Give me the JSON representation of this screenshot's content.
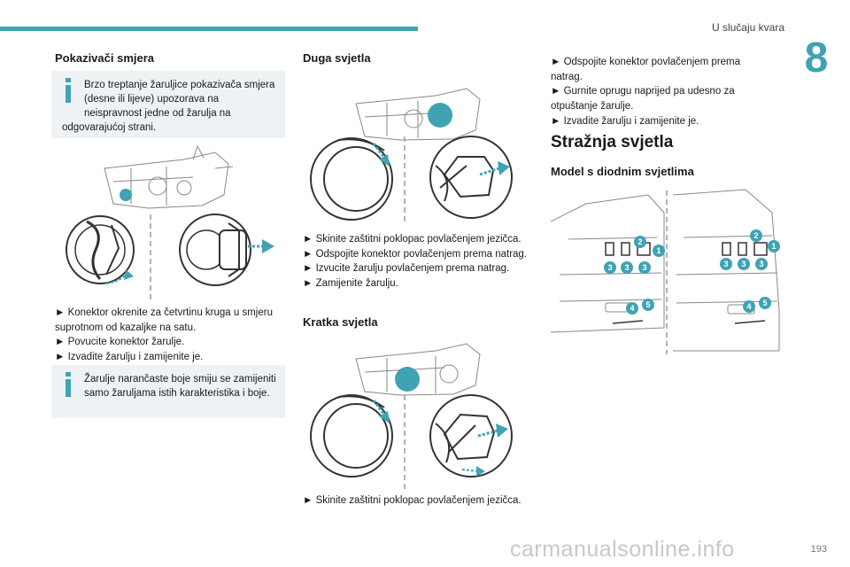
{
  "header": {
    "section_title": "U slučaju kvara",
    "chapter": "8",
    "accent": "#3fa3b3"
  },
  "col1": {
    "title": "Pokazivači smjera",
    "note1": "Brzo treptanje žaruljice pokazivača smjera (desne ili lijeve) upozorava na neispravnost jedne od žarulja na odgovarajućoj strani.",
    "steps": [
      "► Konektor okrenite za četvrtinu kruga u smjeru suprotnom od kazaljke na satu.",
      "► Povucite konektor žarulje.",
      "► Izvadite žarulju i zamijenite je."
    ],
    "note2": "Žarulje narančaste boje smiju se zamijeniti samo žaruljama istih karakteristika i boje."
  },
  "col2": {
    "title1": "Duga svjetla",
    "steps1": [
      "► Skinite zaštitni poklopac povlačenjem jezičca.",
      "► Odspojite konektor povlačenjem prema natrag.",
      "► Izvucite žarulju povlačenjem prema natrag.",
      "► Zamijenite žarulju."
    ],
    "title2": "Kratka svjetla",
    "steps2": [
      "► Skinite zaštitni poklopac povlačenjem jezičca."
    ]
  },
  "col3": {
    "steps": [
      "► Odspojite konektor povlačenjem prema natrag.",
      "► Gurnite oprugu naprijed pa udesno za otpuštanje žarulje.",
      "► Izvadite žarulju i zamijenite je."
    ],
    "title": "Stražnja svjetla",
    "subtitle": "Model s diodnim svjetlima",
    "labels_left": [
      "2",
      "1",
      "3",
      "3",
      "3",
      "4",
      "5"
    ],
    "labels_right": [
      "2",
      "1",
      "3",
      "3",
      "3",
      "4",
      "5"
    ]
  },
  "footer": {
    "page": "193",
    "watermark": "carmanualsonline.info"
  }
}
